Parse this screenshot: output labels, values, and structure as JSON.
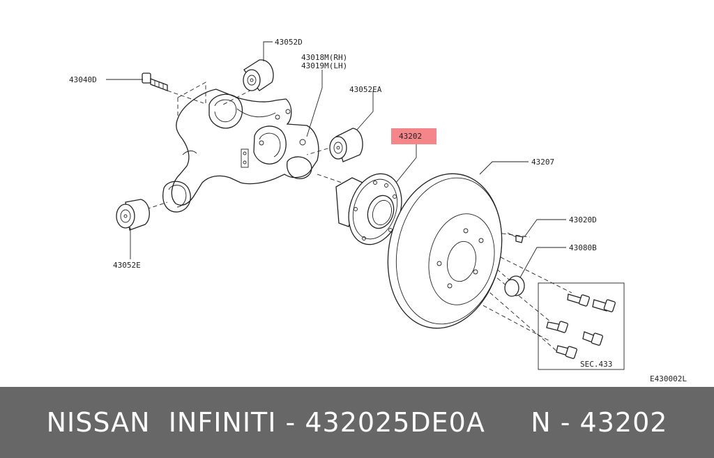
{
  "diagram": {
    "part_labels": {
      "p43052D": "43052D",
      "p43018M": "43018M(RH)",
      "p43019M": "43019M(LH)",
      "p43040D": "43040D",
      "p43052EA": "43052EA",
      "p43202": "43202",
      "p43207": "43207",
      "p43020D": "43020D",
      "p43080B": "43080B",
      "p43052E": "43052E",
      "sec433": "SEC.433",
      "ref_code": "E430002L"
    },
    "highlight_color": "#f4868a"
  },
  "footer": {
    "caption": "NISSAN  INFINITI - 432025DE0A     N - 43202"
  }
}
